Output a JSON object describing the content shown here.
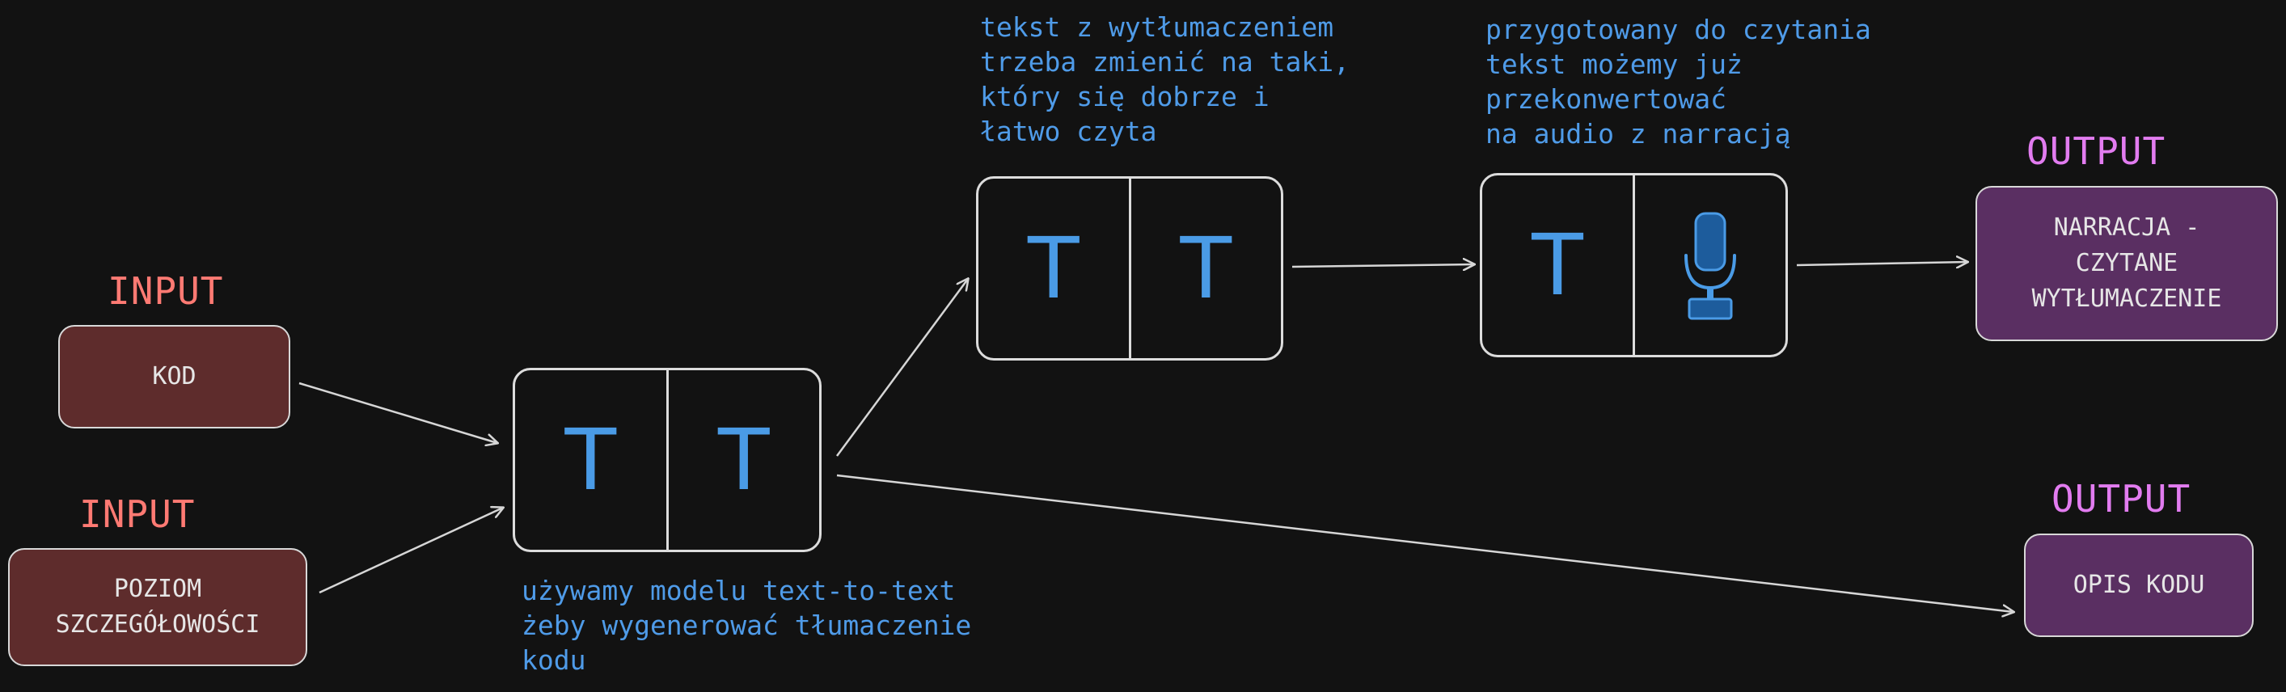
{
  "inputs": [
    {
      "tag": "INPUT",
      "label": "KOD"
    },
    {
      "tag": "INPUT",
      "label": "POZIOM\nSZCZEGÓŁOWOŚCI"
    }
  ],
  "models": [
    {
      "cells": [
        "T",
        "T"
      ],
      "cell_icons": [
        "text-icon",
        "text-icon"
      ]
    },
    {
      "cells": [
        "T",
        "T"
      ],
      "cell_icons": [
        "text-icon",
        "text-icon"
      ]
    },
    {
      "cells": [
        "T",
        ""
      ],
      "cell_icons": [
        "text-icon",
        "microphone-icon"
      ]
    }
  ],
  "notes": {
    "text_to_text": "używamy modelu text-to-text\nżeby wygenerować tłumaczenie\nkodu",
    "readable": "tekst z wytłumaczeniem\ntrzeba zmienić na taki,\nktóry się dobrze i\nłatwo czyta",
    "audio": "przygotowany do czytania\ntekst możemy już\nprzekonwertować\nna audio z narracją"
  },
  "outputs": [
    {
      "tag": "OUTPUT",
      "label": "NARRACJA -\nCZYTANE\nWYTŁUMACZENIE"
    },
    {
      "tag": "OUTPUT",
      "label": "OPIS KODU"
    }
  ],
  "colors": {
    "background": "#121212",
    "input_fill": "#5e2c2c",
    "output_fill": "#5a2f62",
    "input_tag": "#ff7a73",
    "output_tag": "#e27cf0",
    "note_text": "#4f9be8",
    "icon": "#4a9be6",
    "stroke": "#dcdcdc"
  }
}
